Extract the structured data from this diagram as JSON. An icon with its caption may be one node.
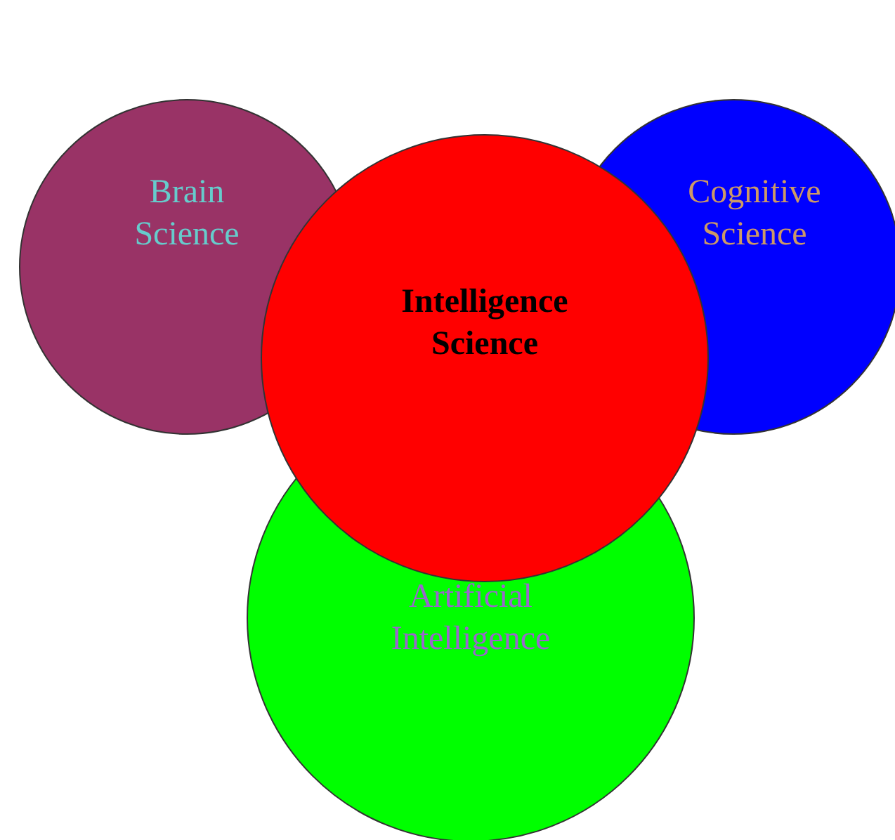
{
  "diagram": {
    "nodes": [
      {
        "text": [
          "Brain Science"
        ]
      },
      {
        "text": [
          "Cognitive Science"
        ]
      },
      {
        "text": [
          "Intelligence Science"
        ]
      },
      {
        "text": [
          "Artificial Intelligence"
        ]
      }
    ]
  }
}
